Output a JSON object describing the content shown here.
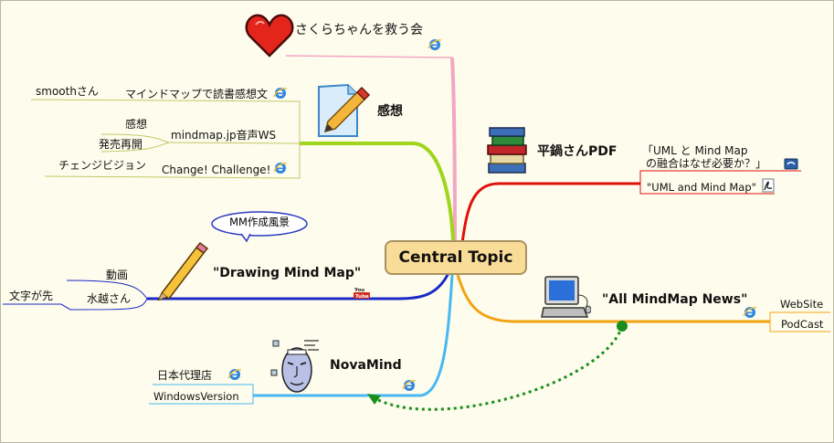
{
  "central_topic": "Central Topic",
  "branches": {
    "sakura": {
      "title": "さくらちゃんを救う会",
      "icon": "heart-icon",
      "color": "#ee9ab8"
    },
    "kansou": {
      "title": "感想",
      "icon": "pencil-notepad-icon",
      "color": "#9fd51b",
      "children": [
        {
          "label": "マインドマップで読書感想文",
          "note": "smoothさん",
          "link_icon": "internet-explorer-icon"
        },
        {
          "label": "mindmap.jp音声WS",
          "subs": [
            "感想",
            "発売再開"
          ]
        },
        {
          "label": "Change! Challenge!",
          "note": "チェンジビジョン",
          "link_icon": "internet-explorer-icon"
        }
      ]
    },
    "hiranabe": {
      "title": "平鍋さんPDF",
      "icon": "books-icon",
      "color": "#e0100c",
      "children": [
        {
          "label_line1": "「UML と Mind Map",
          "label_line2": "の融合はなぜ必要か？」",
          "link_icon": "speech-bubble-icon"
        },
        {
          "label": "\"UML and Mind Map\"",
          "link_icon": "acrobat-pdf-icon"
        }
      ]
    },
    "drawing": {
      "title": "\"Drawing Mind Map\"",
      "icon": "pencil-icon",
      "callout": "MM作成風景",
      "link_icon": "youtube-icon",
      "youtube_label": "You Tube",
      "color": "#1a29c7",
      "children": [
        {
          "label": "動画"
        },
        {
          "label": "水越さん",
          "note": "文字が先"
        }
      ]
    },
    "news": {
      "title": "\"All MindMap News\"",
      "icon": "computer-icon",
      "color": "#f2a312",
      "children": [
        {
          "label": "WebSite"
        },
        {
          "label": "PodCast"
        }
      ]
    },
    "novamind": {
      "title": "NovaMind",
      "icon": "robot-face-icon",
      "color": "#46b9f2",
      "children": [
        {
          "label": "日本代理店",
          "link_icon": "internet-explorer-icon"
        },
        {
          "label": "WindowsVersion"
        }
      ]
    }
  },
  "relationship": {
    "from": "\"All MindMap News\"",
    "to": "NovaMind",
    "color": "#188f18"
  }
}
